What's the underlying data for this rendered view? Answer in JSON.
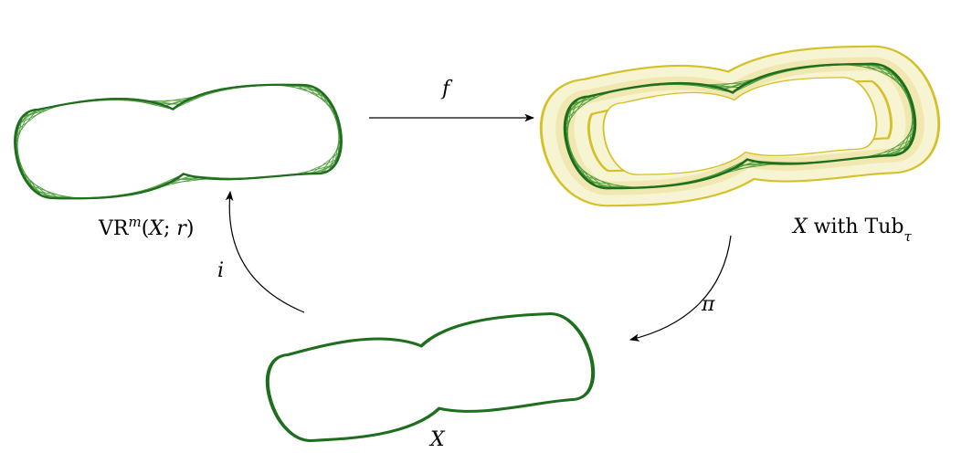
{
  "labels": {
    "vr_prefix": "VR",
    "vr_sup": "m",
    "vr_args": "(",
    "vr_x": "X",
    "vr_sep": "; ",
    "vr_r": "r",
    "vr_close": ")",
    "tub_x": "X",
    "tub_with": " with Tub",
    "tub_sub": "τ",
    "x_bottom": "X",
    "f": "f",
    "pi": "π",
    "i": "i"
  },
  "colors": {
    "curve": "#1e6e1e",
    "simplex_fill": "#9fd08a",
    "simplex_edge": "#4a9a3a",
    "tube_outer": "#f6f3cf",
    "tube_inner": "#efe6a8",
    "tube_stroke": "#d4c12a",
    "arrow": "#000000"
  }
}
